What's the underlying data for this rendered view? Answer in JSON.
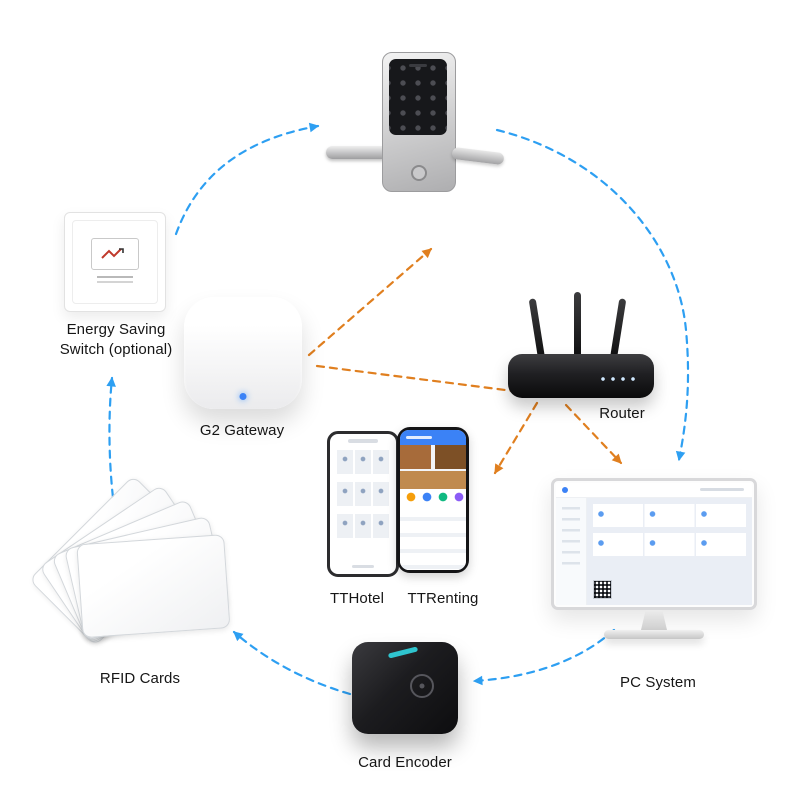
{
  "diagram": {
    "labels": {
      "energy_switch": "Energy Saving Switch (optional)",
      "gateway": "G2 Gateway",
      "router": "Router",
      "app_left": "TTHotel",
      "app_right": "TTRenting",
      "pc": "PC System",
      "rfid": "RFID Cards",
      "encoder": "Card Encoder"
    },
    "colors": {
      "flow_arrow_blue": "#2d9ff2",
      "link_arrow_orange": "#e07f1f",
      "encoder_accent_teal": "#2fc5cf",
      "gateway_led_blue": "#3b82f6"
    }
  }
}
